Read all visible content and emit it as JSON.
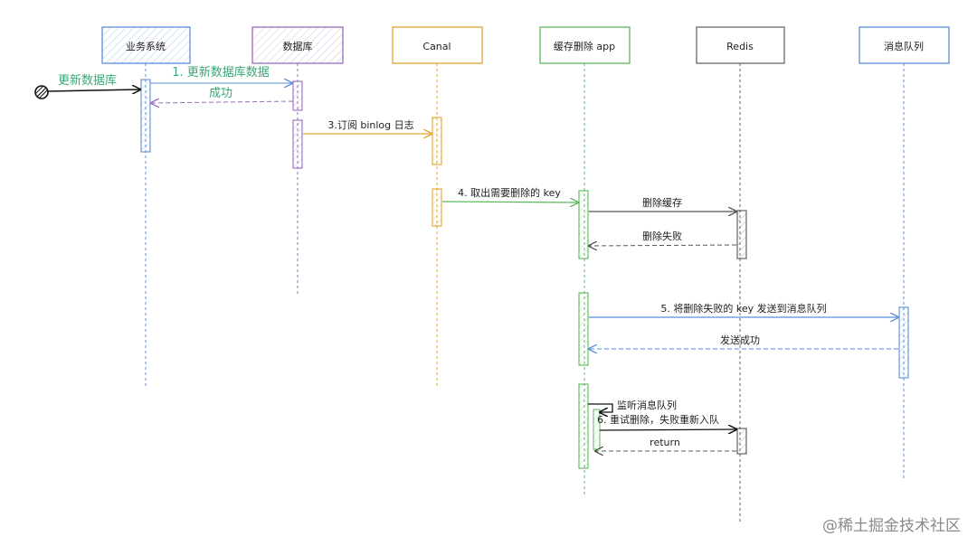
{
  "colors": {
    "blue": "#5b8fd9",
    "purple": "#9b6bbd",
    "orange": "#e0a52b",
    "green": "#5cb85c",
    "gray": "#666666",
    "teal": "#3aa676"
  },
  "participants": [
    {
      "id": "biz",
      "label": "业务系统",
      "color": "blue"
    },
    {
      "id": "db",
      "label": "数据库",
      "color": "purple"
    },
    {
      "id": "canal",
      "label": "Canal",
      "color": "orange"
    },
    {
      "id": "app",
      "label": "缓存删除 app",
      "color": "green"
    },
    {
      "id": "redis",
      "label": "Redis",
      "color": "gray"
    },
    {
      "id": "mq",
      "label": "消息队列",
      "color": "blue"
    }
  ],
  "actor_label": "更新数据库",
  "messages": [
    {
      "id": "m1",
      "label": "1. 更新数据库数据",
      "from": "biz",
      "to": "db",
      "style": "solid"
    },
    {
      "id": "m2",
      "label": "成功",
      "from": "db",
      "to": "biz",
      "style": "dashed"
    },
    {
      "id": "m3",
      "label": "3.订阅 binlog 日志",
      "from": "db",
      "to": "canal",
      "style": "solid"
    },
    {
      "id": "m4",
      "label": "4. 取出需要删除的 key",
      "from": "canal",
      "to": "app",
      "style": "solid"
    },
    {
      "id": "m5",
      "label": "删除缓存",
      "from": "app",
      "to": "redis",
      "style": "solid"
    },
    {
      "id": "m6",
      "label": "删除失败",
      "from": "redis",
      "to": "app",
      "style": "dashed"
    },
    {
      "id": "m7",
      "label": "5. 将删除失败的 key 发送到消息队列",
      "from": "app",
      "to": "mq",
      "style": "solid"
    },
    {
      "id": "m8",
      "label": "发送成功",
      "from": "mq",
      "to": "app",
      "style": "dashed"
    },
    {
      "id": "m9",
      "label": "监听消息队列",
      "from": "app",
      "to": "app",
      "style": "solid"
    },
    {
      "id": "m10",
      "label": "6. 重试删除，失败重新入队",
      "from": "app",
      "to": "redis",
      "style": "solid"
    },
    {
      "id": "m11",
      "label": "return",
      "from": "redis",
      "to": "app",
      "style": "dashed"
    }
  ],
  "watermark": "@稀土掘金技术社区"
}
